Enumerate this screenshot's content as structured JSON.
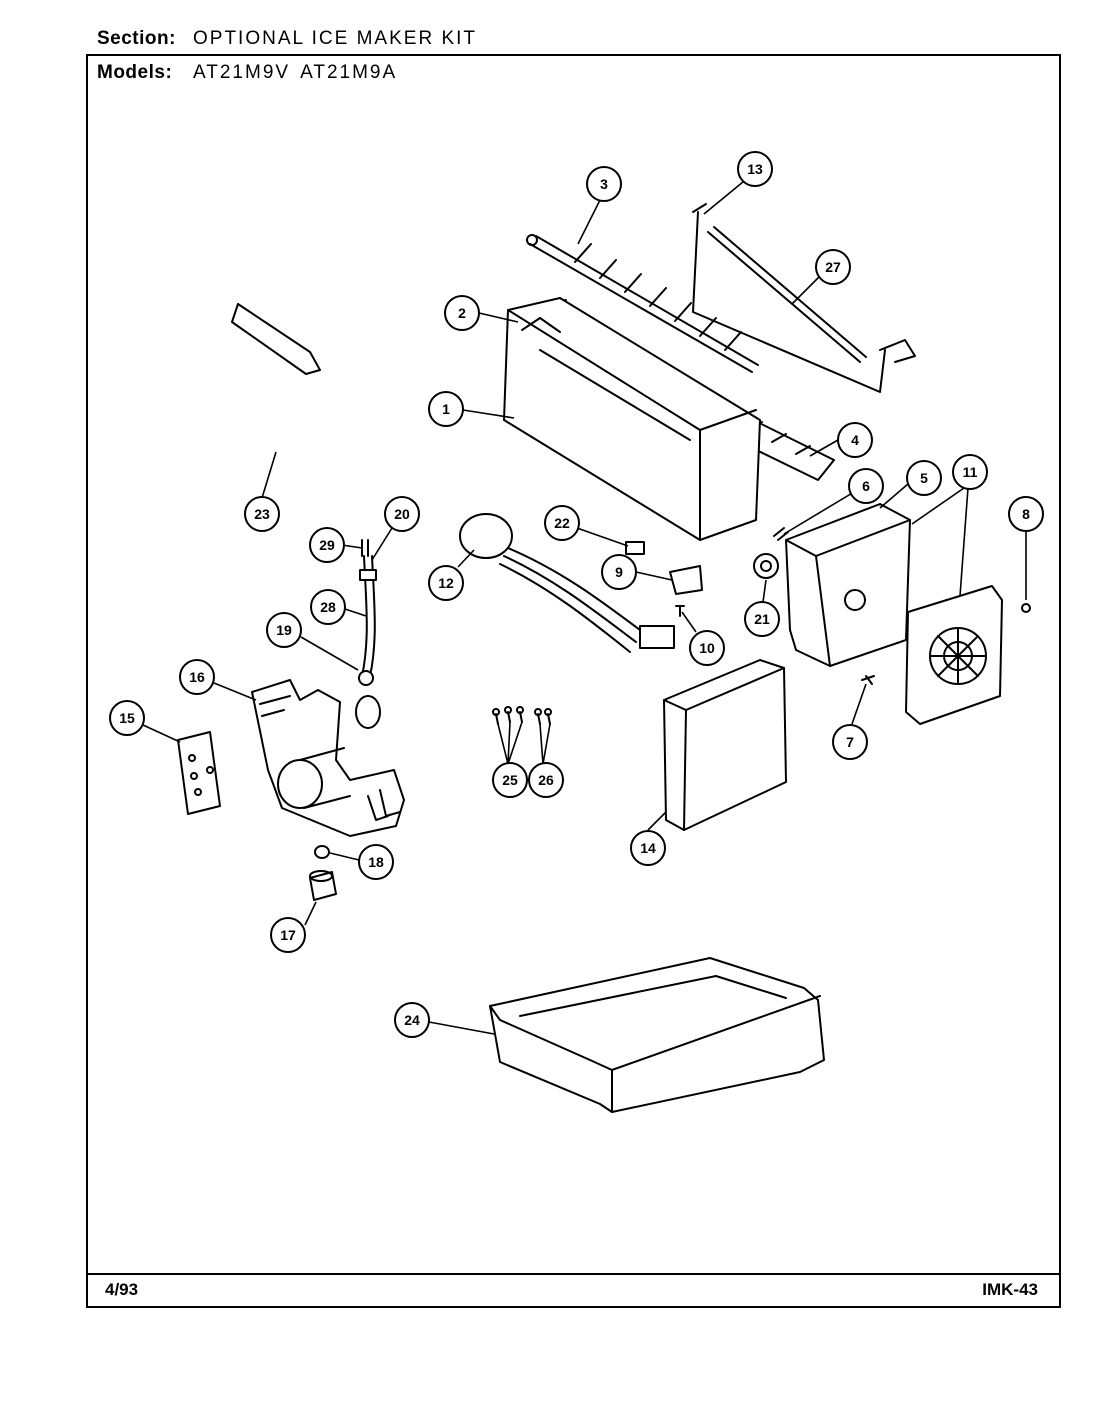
{
  "header": {
    "section_label": "Section:",
    "section_value": "OPTIONAL ICE MAKER KIT",
    "models_label": "Models:",
    "models": [
      "AT21M9V",
      "AT21M9A"
    ]
  },
  "footer": {
    "date": "4/93",
    "page_id": "IMK-43"
  },
  "callouts": [
    "1",
    "2",
    "3",
    "4",
    "5",
    "6",
    "7",
    "8",
    "9",
    "10",
    "11",
    "12",
    "13",
    "14",
    "15",
    "16",
    "17",
    "18",
    "19",
    "20",
    "21",
    "22",
    "23",
    "24",
    "25",
    "26",
    "27",
    "28",
    "29"
  ]
}
